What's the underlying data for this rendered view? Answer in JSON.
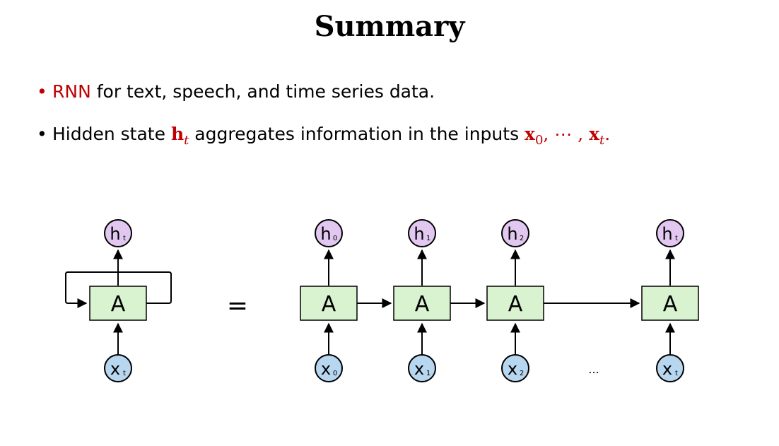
{
  "title": "Summary",
  "bullets": [
    {
      "highlight": "RNN",
      "text": " for text, speech, and time series data."
    },
    {
      "pre": "Hidden state ",
      "h_symbol": "h",
      "h_sub": "t",
      "mid": " aggregates information in the inputs ",
      "x_symbol": "x",
      "x0_sub": "0",
      "sep": ", ⋯ , ",
      "xt_sub": "t",
      "end": "."
    }
  ],
  "diagram": {
    "cell_label": "A",
    "equals": "=",
    "ellipsis": "...",
    "hidden_prefix": "h",
    "input_prefix": "x",
    "folded": {
      "h_sub": "t",
      "x_sub": "t"
    },
    "unrolled": [
      {
        "h_sub": "0",
        "x_sub": "0"
      },
      {
        "h_sub": "1",
        "x_sub": "1"
      },
      {
        "h_sub": "2",
        "x_sub": "2"
      },
      {
        "h_sub": "t",
        "x_sub": "t"
      }
    ],
    "colors": {
      "cell_fill": "#d9f2d0",
      "hidden_fill": "#e2c8f0",
      "input_fill": "#b7d6ef",
      "highlight": "#c00000"
    }
  }
}
